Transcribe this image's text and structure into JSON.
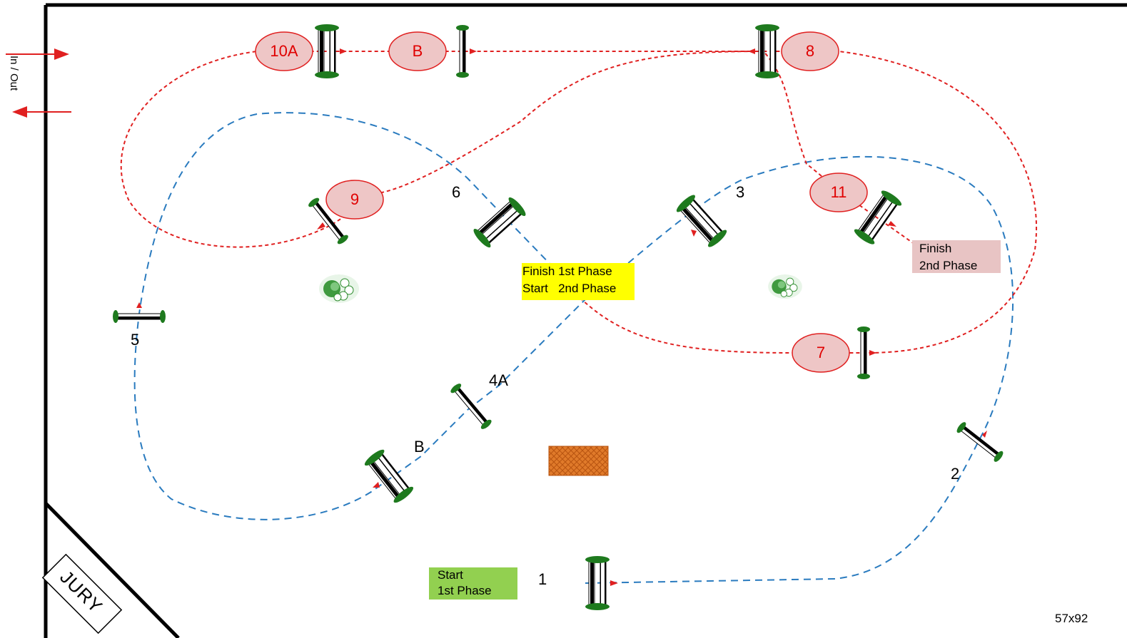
{
  "in_out_label": "In / Out",
  "jury_label": "JURY",
  "dimensions_label": "57x92",
  "start_phase1": {
    "line1": "Start",
    "line2": "1st Phase"
  },
  "finish_phase1_start_phase2": {
    "line1": "Finish 1st Phase",
    "line2": "Start   2nd Phase"
  },
  "finish_phase2": {
    "line1": "Finish",
    "line2": "2nd Phase"
  },
  "phase1_fences": [
    "1",
    "2",
    "3",
    "4A",
    "B",
    "5",
    "6"
  ],
  "phase2_fences": [
    "7",
    "8",
    "9",
    "10A",
    "B",
    "11"
  ],
  "colors": {
    "phase1_path": "#2a7bbf",
    "phase2_path": "#e02020",
    "ellipse_fill": "#eec6c6",
    "start_box": "#92d050",
    "finish1_box": "#ffff00",
    "finish2_box": "#e8c4c4",
    "pole_green": "#1e7a1e"
  }
}
